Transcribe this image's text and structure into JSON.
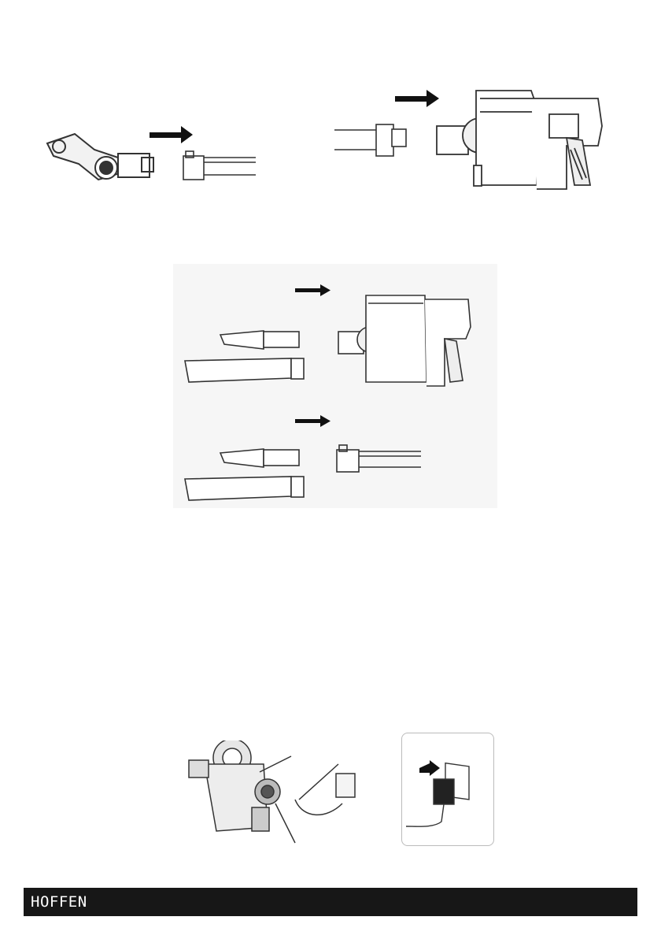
{
  "footer": {
    "brand": "HOFFEN"
  },
  "figures": [
    {
      "name": "attach-floor-brush-to-tube",
      "icon": "floor-brush-and-tube-illustration"
    },
    {
      "name": "attach-tube-to-main-unit",
      "icon": "tube-and-vacuum-body-illustration"
    },
    {
      "name": "attach-accessories-to-main-unit",
      "icon": "crevice-tools-and-vacuum-body-illustration"
    },
    {
      "name": "attach-accessories-to-tube",
      "icon": "crevice-tools-and-tube-illustration"
    },
    {
      "name": "charging-connection",
      "icon": "vacuum-and-charger-illustration"
    },
    {
      "name": "plug-adapter-into-socket",
      "icon": "adapter-wall-socket-illustration"
    }
  ]
}
